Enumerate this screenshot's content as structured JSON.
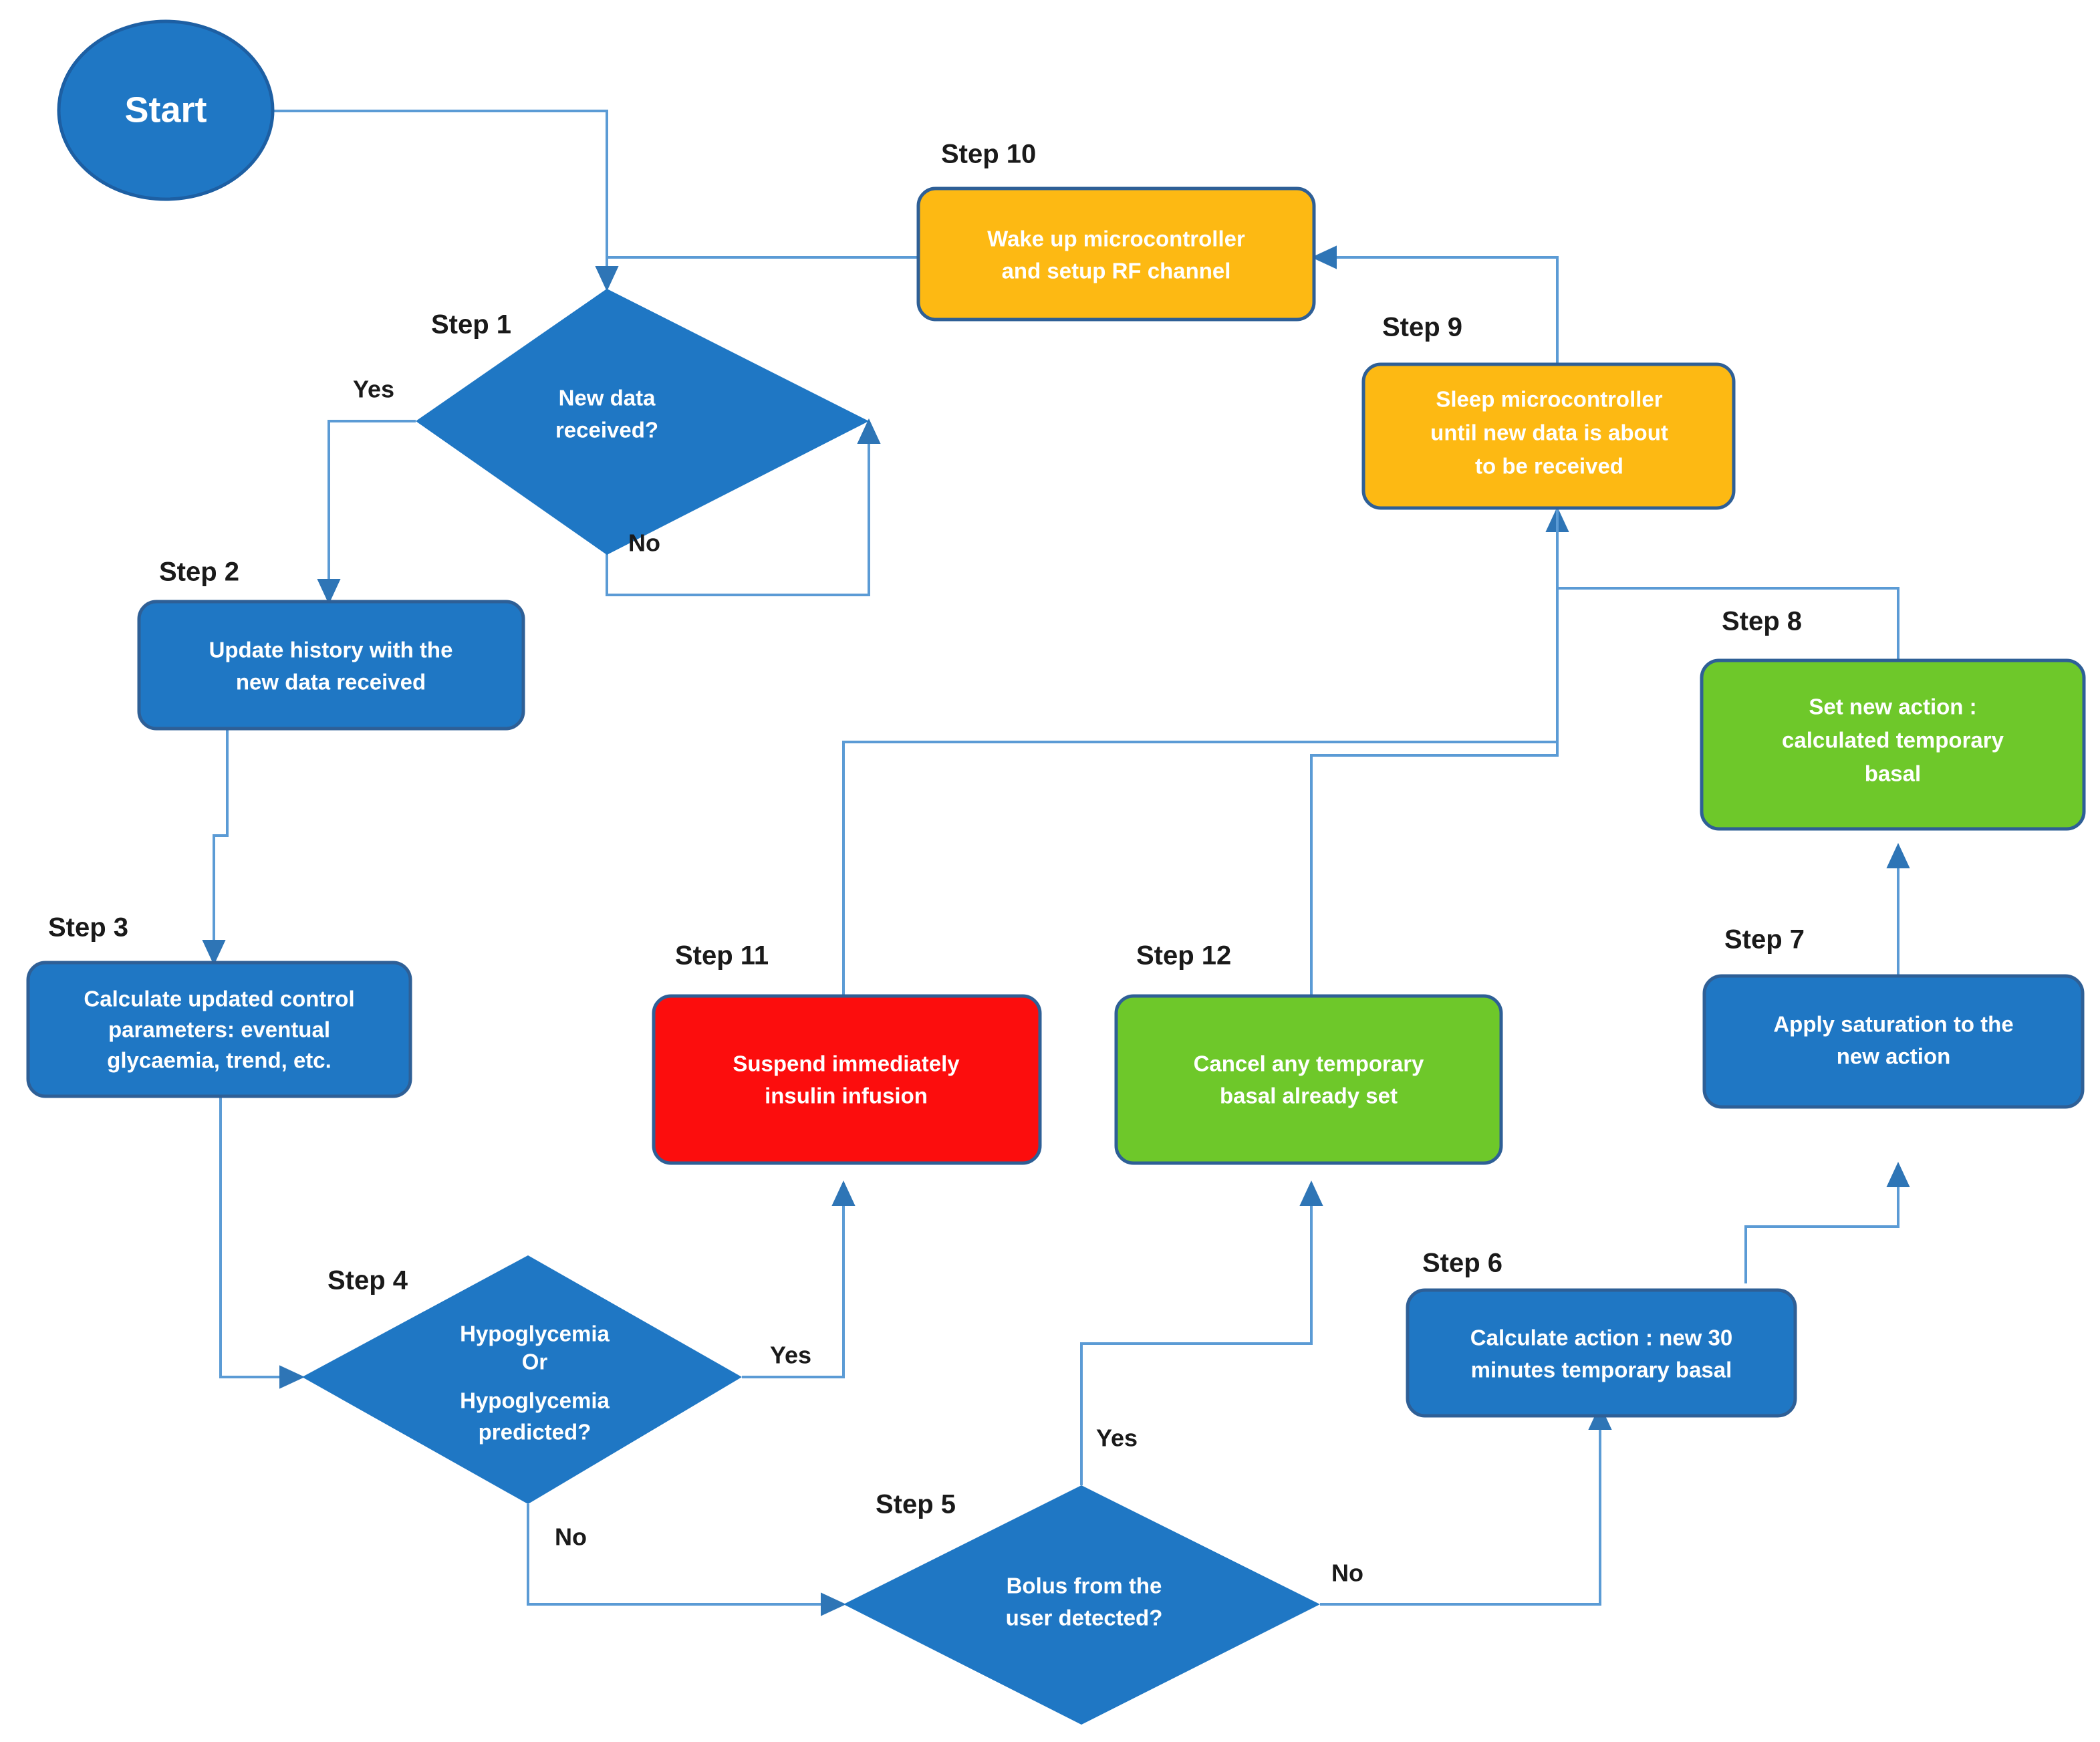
{
  "diagram": {
    "title": "Artificial pancreas microcontroller control loop flowchart",
    "background": "#ffffff",
    "colors": {
      "blue_fill": "#1f77c4",
      "orange_fill": "#fdb913",
      "green_fill": "#6ec82a",
      "red_fill": "#fc0d0d",
      "node_border": "#2e5f96",
      "connector": "#5b9bd5",
      "caption_text": "#1a1a1a",
      "node_text": "#ffffff"
    },
    "start": {
      "label": "Start",
      "shape": "ellipse"
    },
    "nodes": [
      {
        "id": "step1",
        "caption": "Step 1",
        "shape": "diamond",
        "color": "blue",
        "lines": [
          "New data",
          "received?"
        ]
      },
      {
        "id": "step2",
        "caption": "Step 2",
        "shape": "rounded-rect",
        "color": "blue",
        "lines": [
          "Update history with the",
          "new data received"
        ]
      },
      {
        "id": "step3",
        "caption": "Step 3",
        "shape": "rounded-rect",
        "color": "blue",
        "lines": [
          "Calculate updated control",
          "parameters: eventual",
          "glycaemia, trend, etc."
        ]
      },
      {
        "id": "step4",
        "caption": "Step 4",
        "shape": "diamond",
        "color": "blue",
        "lines": [
          "Hypoglycemia",
          "Or",
          "Hypoglycemia",
          "predicted?"
        ]
      },
      {
        "id": "step5",
        "caption": "Step 5",
        "shape": "diamond",
        "color": "blue",
        "lines": [
          "Bolus from the",
          "user detected?"
        ]
      },
      {
        "id": "step6",
        "caption": "Step 6",
        "shape": "rounded-rect",
        "color": "blue",
        "lines": [
          "Calculate action : new 30",
          "minutes temporary basal"
        ]
      },
      {
        "id": "step7",
        "caption": "Step 7",
        "shape": "rounded-rect",
        "color": "blue",
        "lines": [
          "Apply saturation to the",
          "new action"
        ]
      },
      {
        "id": "step8",
        "caption": "Step 8",
        "shape": "rounded-rect",
        "color": "green",
        "lines": [
          "Set new action :",
          "calculated temporary",
          "basal"
        ]
      },
      {
        "id": "step9",
        "caption": "Step 9",
        "shape": "rounded-rect",
        "color": "orange",
        "lines": [
          "Sleep microcontroller",
          "until new data is about",
          "to be received"
        ]
      },
      {
        "id": "step10",
        "caption": "Step 10",
        "shape": "rounded-rect",
        "color": "orange",
        "lines": [
          "Wake up microcontroller",
          "and setup RF channel"
        ]
      },
      {
        "id": "step11",
        "caption": "Step 11",
        "shape": "rounded-rect",
        "color": "red",
        "lines": [
          "Suspend immediately",
          "insulin infusion"
        ]
      },
      {
        "id": "step12",
        "caption": "Step 12",
        "shape": "rounded-rect",
        "color": "green",
        "lines": [
          "Cancel any temporary",
          "basal already set"
        ]
      }
    ],
    "edge_labels": [
      {
        "id": "step1-yes",
        "text": "Yes"
      },
      {
        "id": "step1-no",
        "text": "No"
      },
      {
        "id": "step4-yes",
        "text": "Yes"
      },
      {
        "id": "step4-no",
        "text": "No"
      },
      {
        "id": "step5-yes",
        "text": "Yes"
      },
      {
        "id": "step5-no",
        "text": "No"
      }
    ]
  }
}
